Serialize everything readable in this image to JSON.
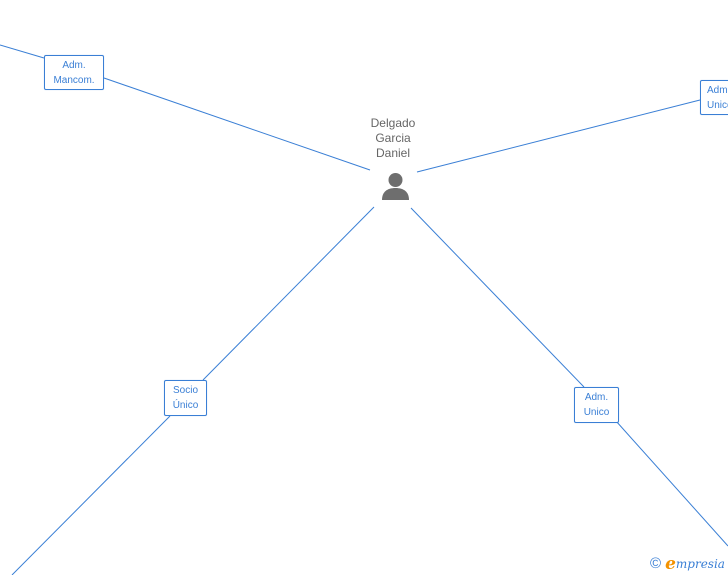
{
  "person": {
    "name_lines": [
      "Delgado",
      "Garcia",
      "Daniel"
    ],
    "icon": "person-icon"
  },
  "relations": [
    {
      "id": "adm-mancom",
      "lines": [
        "Adm.",
        "Mancom."
      ]
    },
    {
      "id": "adm-unico-right",
      "lines": [
        "Adm.",
        "Unico"
      ]
    },
    {
      "id": "socio-unico",
      "lines": [
        "Socio",
        "Único"
      ]
    },
    {
      "id": "adm-unico-bottom",
      "lines": [
        "Adm.",
        "Unico"
      ]
    }
  ],
  "branding": {
    "copyright_symbol": "©",
    "logo_initial": "e",
    "logo_rest": "mpresia"
  },
  "colors": {
    "edge": "#3a7fd5",
    "box_border": "#3a7fd5",
    "box_text": "#3a7fd5",
    "person_text": "#666666",
    "person_icon": "#6e6e6e",
    "logo_accent": "#f39200"
  }
}
